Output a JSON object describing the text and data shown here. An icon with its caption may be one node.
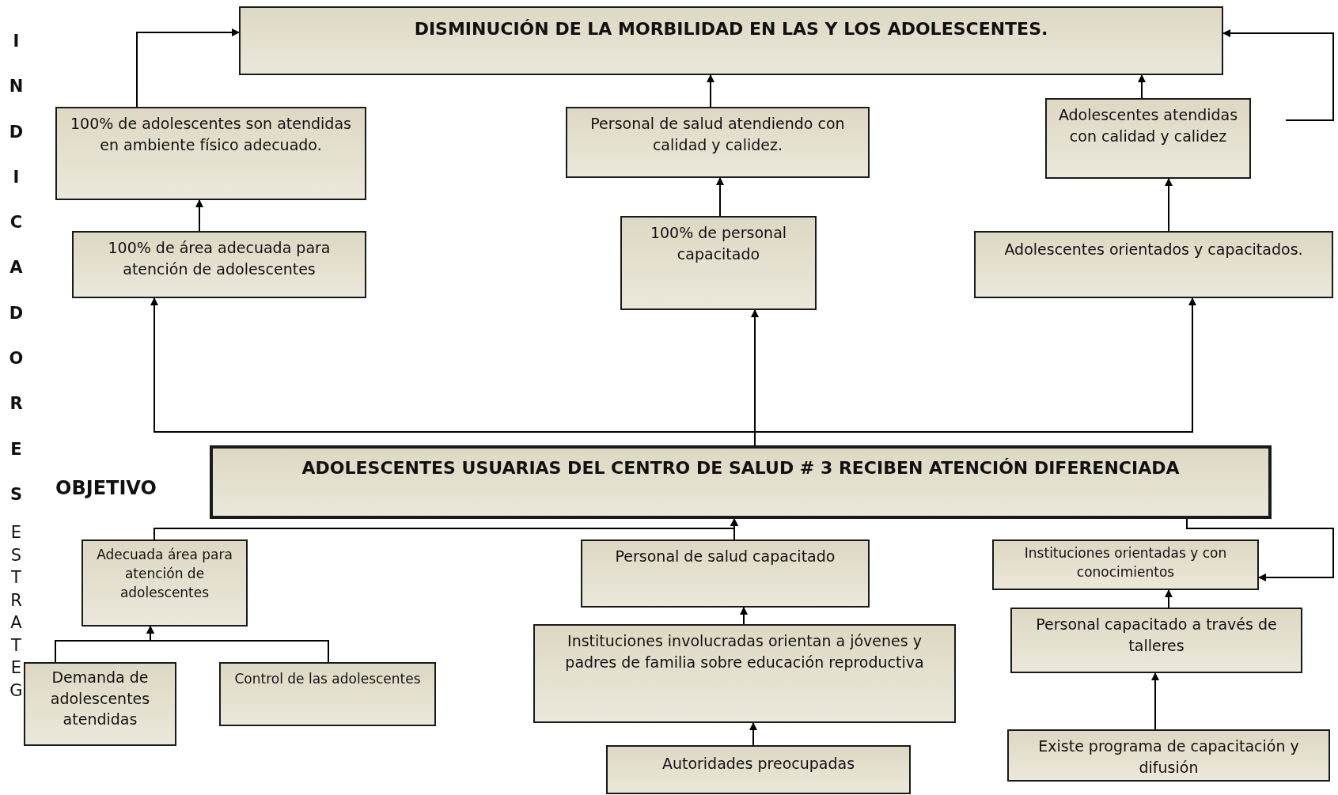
{
  "diagram": {
    "nodes": [
      {
        "text": [
          "DISMINUCIÓN DE LA MORBILIDAD EN LAS Y LOS ADOLESCENTES."
        ]
      },
      {
        "text": [
          "100% de adolescentes son atendidas en ambiente físico adecuado."
        ]
      },
      {
        "text": [
          "Personal de salud atendiendo con calidad y calidez."
        ]
      },
      {
        "text": [
          "Adolescentes atendidas con calidad y calidez"
        ]
      },
      {
        "text": [
          "100% de área adecuada para atención de adolescentes"
        ]
      },
      {
        "text": [
          "100% de personal capacitado"
        ]
      },
      {
        "text": [
          "Adolescentes orientados y capacitados."
        ]
      },
      {
        "text": [
          "ADOLESCENTES USUARIAS DEL CENTRO DE SALUD # 3 RECIBEN ATENCIÓN DIFERENCIADA"
        ]
      },
      {
        "text": [
          "Adecuada área para atención de adolescentes"
        ]
      },
      {
        "text": [
          "Personal de salud capacitado"
        ]
      },
      {
        "text": [
          "Instituciones orientadas y con conocimientos"
        ]
      },
      {
        "text": [
          "Demanda de adolescentes atendidas"
        ]
      },
      {
        "text": [
          "Control de las adolescentes"
        ]
      },
      {
        "text": [
          "Instituciones involucradas orientan a jóvenes y padres de familia sobre educación reproductiva"
        ]
      },
      {
        "text": [
          "Personal capacitado a través de talleres"
        ]
      },
      {
        "text": [
          "Autoridades preocupadas"
        ]
      },
      {
        "text": [
          "Existe programa de capacitación y difusión"
        ]
      }
    ],
    "edges": [
      {
        "from": 1,
        "to": 0,
        "arrow": "to"
      },
      {
        "from": null,
        "to": 0,
        "arrow": "to"
      },
      {
        "from": 2,
        "to": 0,
        "arrow": "to"
      },
      {
        "from": 3,
        "to": 0,
        "arrow": "to"
      },
      {
        "from": 4,
        "to": 1,
        "arrow": "to"
      },
      {
        "from": 5,
        "to": 2,
        "arrow": "to"
      },
      {
        "from": 6,
        "to": 3,
        "arrow": "to"
      },
      {
        "from": 7,
        "to": 4,
        "arrow": "to"
      },
      {
        "from": 7,
        "to": 5,
        "arrow": "to"
      },
      {
        "from": 7,
        "to": 6,
        "arrow": "to"
      },
      {
        "from": 8,
        "to": 7,
        "arrow": "to"
      },
      {
        "from": 9,
        "to": 7,
        "arrow": "to"
      },
      {
        "from": 7,
        "to": 10,
        "arrow": "to"
      },
      {
        "from": 11,
        "to": 8,
        "arrow": "to"
      },
      {
        "from": 12,
        "to": 8,
        "arrow": "to"
      },
      {
        "from": 13,
        "to": 9,
        "arrow": "to"
      },
      {
        "from": 15,
        "to": 13,
        "arrow": "to"
      },
      {
        "from": 14,
        "to": 10,
        "arrow": "to"
      },
      {
        "from": 16,
        "to": 14,
        "arrow": "to"
      }
    ],
    "labels": [
      "INDICADORES",
      "OBJETIVO",
      "ESTRATEG"
    ]
  }
}
